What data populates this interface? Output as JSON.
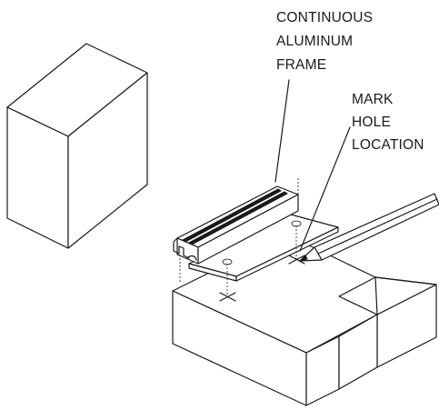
{
  "callouts": {
    "frame": {
      "lines": [
        "CONTINUOUS",
        "ALUMINUM",
        "FRAME"
      ]
    },
    "mark": {
      "lines": [
        "MARK",
        "HOLE",
        "LOCATION"
      ]
    }
  },
  "colors": {
    "ink": "#1a1a1a",
    "background": "#ffffff"
  }
}
